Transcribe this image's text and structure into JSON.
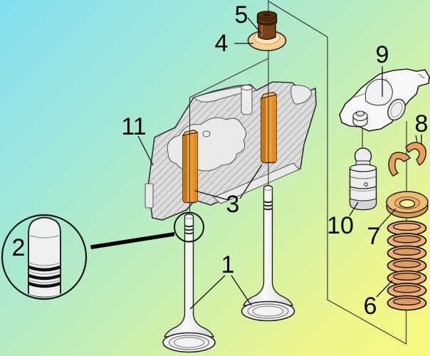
{
  "diagram": {
    "type": "exploded-parts-diagram",
    "subject": "engine-cylinder-head-valvetrain",
    "background": {
      "top_left": "#84dff2",
      "bottom_right": "#f7f87d"
    },
    "palette": {
      "highlight_orange": "#f29b2f",
      "spring_orange": "#f2b077",
      "retainer_tan": "#efbb78",
      "keeper_tan": "#eba05b",
      "seat_washer_tan": "#f7cf94",
      "seal_brown": "#7b4218",
      "metal_light": "#efefef",
      "head_gray": "#dcdcdc",
      "outline": "#222222"
    },
    "callouts": [
      {
        "number": "1",
        "part": "valves"
      },
      {
        "number": "2",
        "part": "valve-stem-tip-magnified"
      },
      {
        "number": "3",
        "part": "valve-guides"
      },
      {
        "number": "4",
        "part": "spring-seat-washer"
      },
      {
        "number": "5",
        "part": "valve-stem-seal"
      },
      {
        "number": "6",
        "part": "valve-spring"
      },
      {
        "number": "7",
        "part": "spring-retainer"
      },
      {
        "number": "8",
        "part": "valve-keepers"
      },
      {
        "number": "9",
        "part": "rocker-arm"
      },
      {
        "number": "10",
        "part": "hydraulic-lifter"
      },
      {
        "number": "11",
        "part": "cylinder-head"
      }
    ]
  }
}
